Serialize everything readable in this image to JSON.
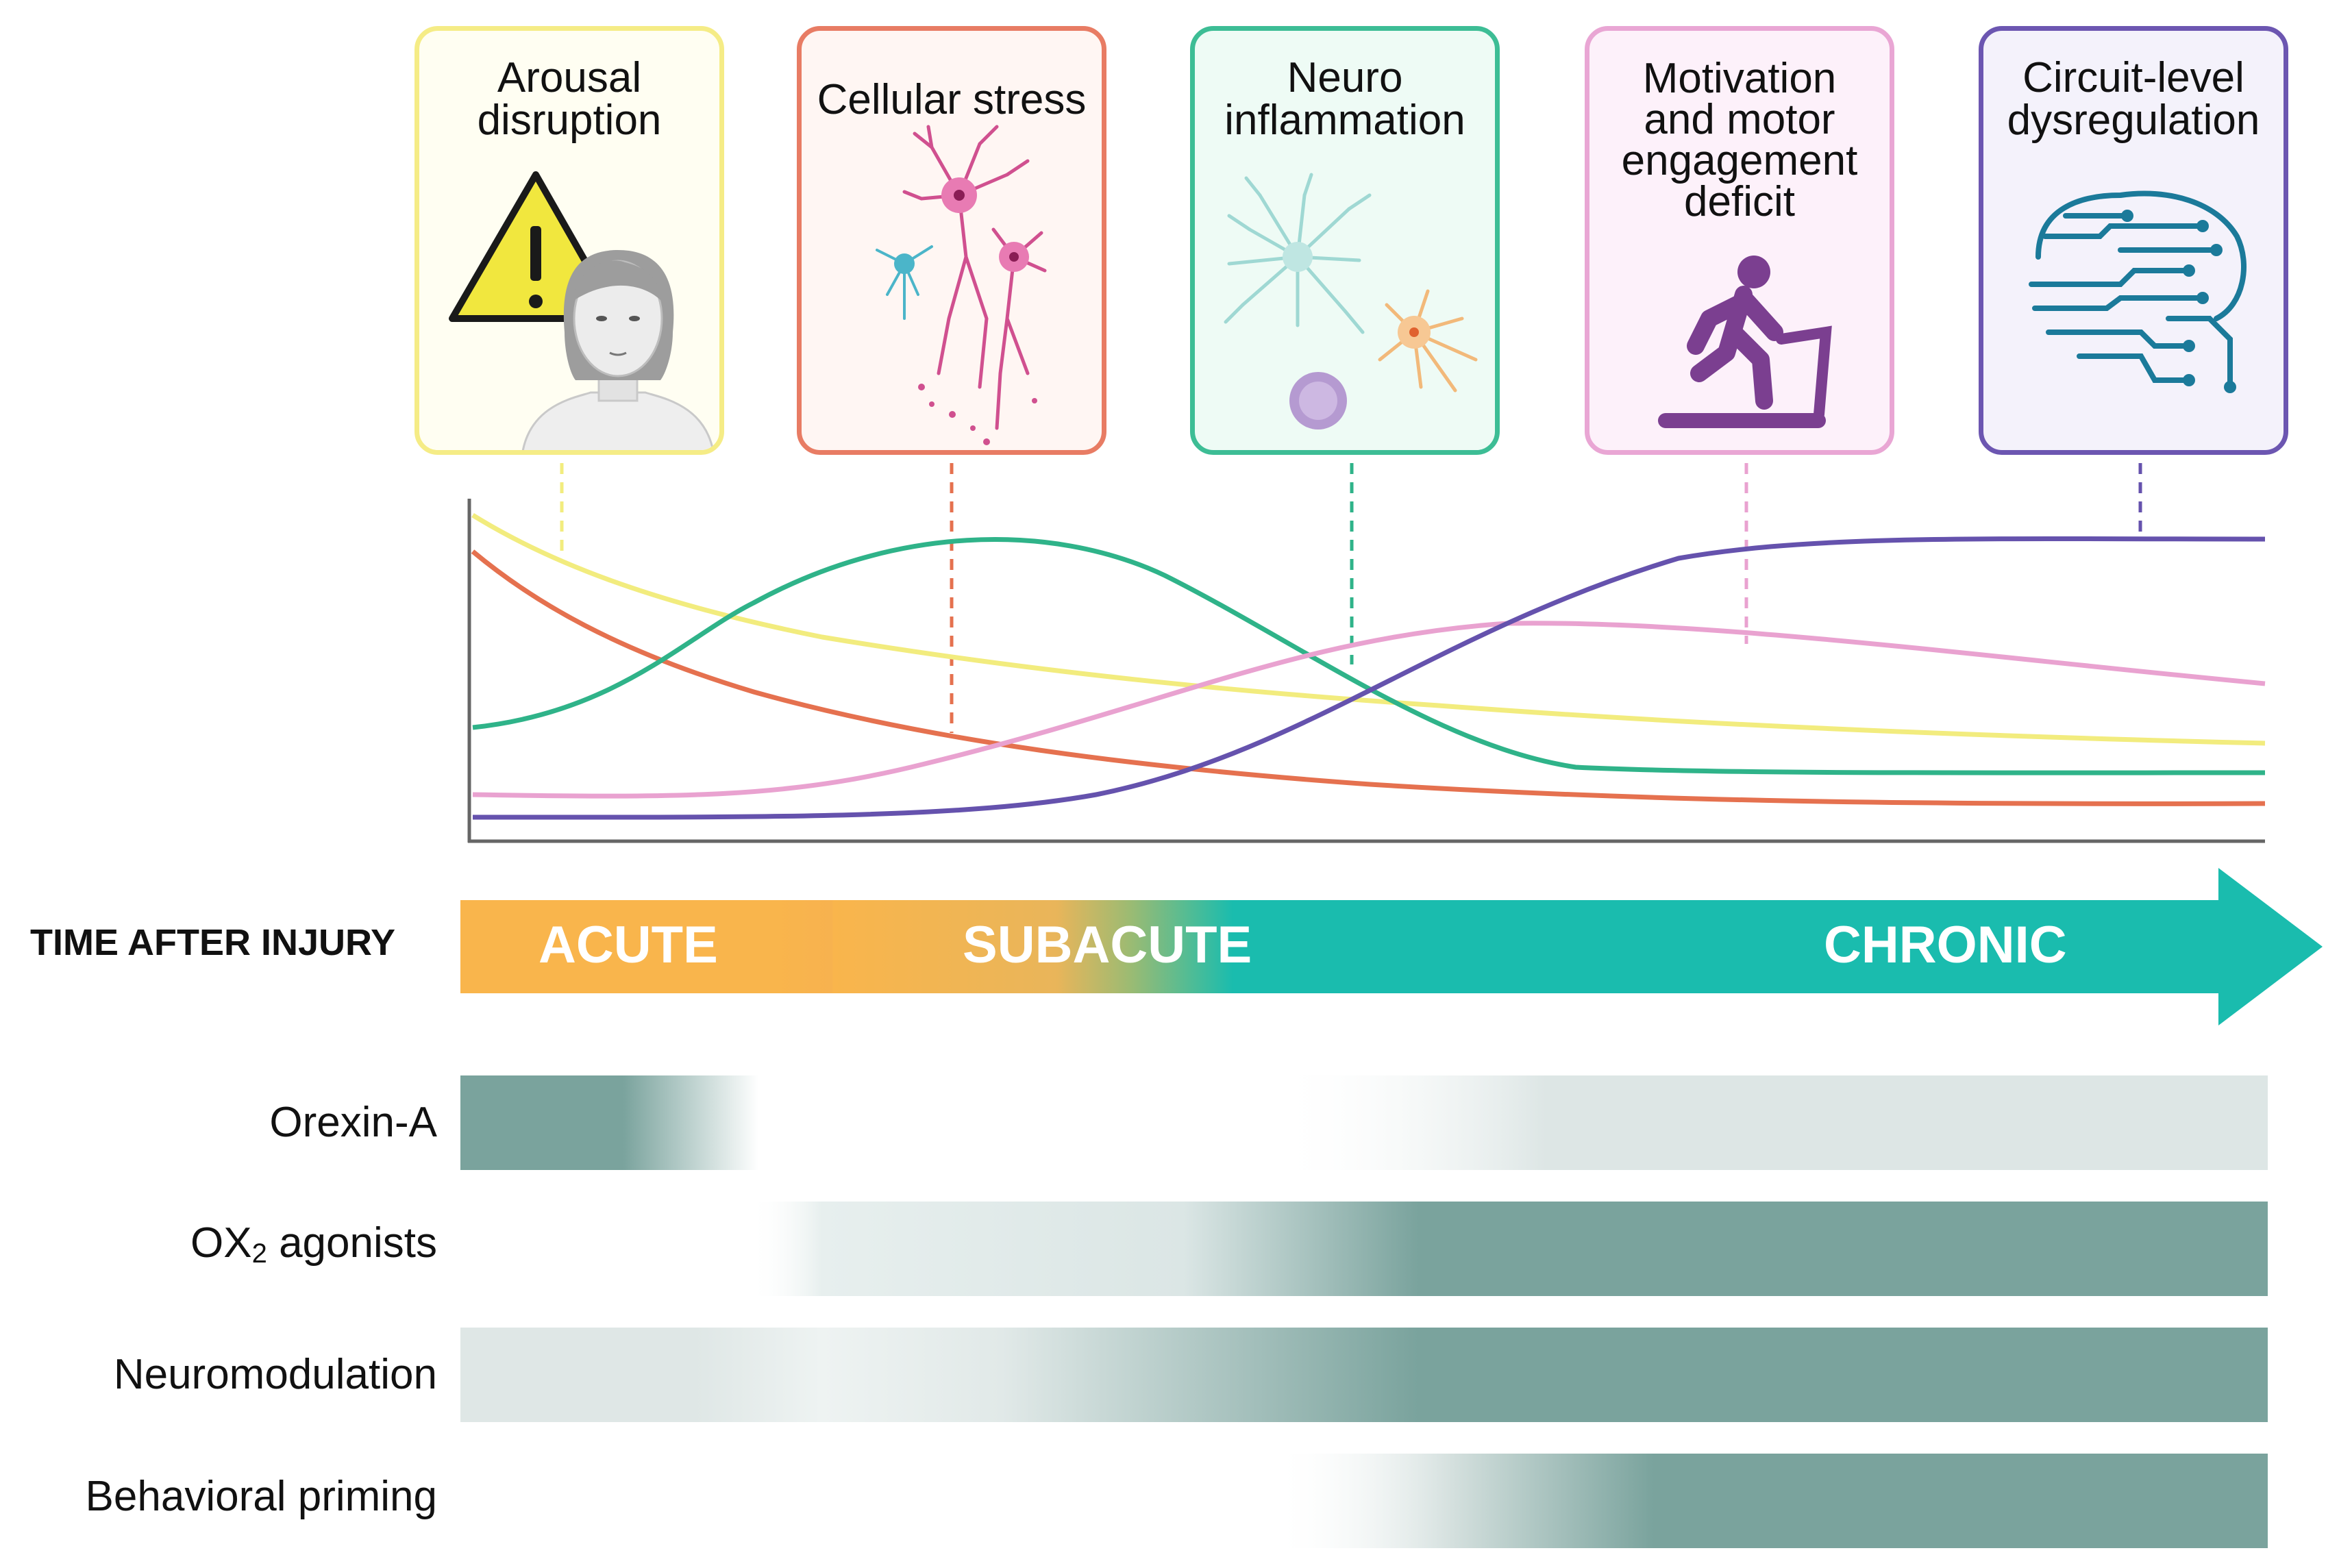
{
  "stages": [
    {
      "title": "Arousal\ndisruption",
      "color": "#f4e97a",
      "icon": "warning-person-icon"
    },
    {
      "title": "Cellular stress",
      "color": "#e77b62",
      "icon": "neurons-icon"
    },
    {
      "title": "Neuro\ninflammation",
      "color": "#3ebf92",
      "icon": "glia-icon"
    },
    {
      "title": "Motivation\nand motor\nengagement\ndeficit",
      "color": "#e9a4d2",
      "icon": "treadmill-runner-icon"
    },
    {
      "title": "Circuit-level\ndysregulation",
      "color": "#6b55b0",
      "icon": "circuit-brain-icon"
    }
  ],
  "timeline": {
    "label": "TIME AFTER INJURY",
    "phases": [
      "ACUTE",
      "SUBACUTE",
      "CHRONIC"
    ],
    "colors": {
      "acute": "#f9b54c",
      "chronic": "#1abcae"
    }
  },
  "curves": [
    {
      "stage": "Arousal disruption",
      "color": "#f2ec7e"
    },
    {
      "stage": "Cellular stress",
      "color": "#e5714f"
    },
    {
      "stage": "Neuro inflammation",
      "color": "#2fb389"
    },
    {
      "stage": "Motivation and motor engagement deficit",
      "color": "#e9a2d0"
    },
    {
      "stage": "Circuit-level dysregulation",
      "color": "#6552ad"
    }
  ],
  "therapies": [
    {
      "label": "Orexin-A"
    },
    {
      "label_main": "OX",
      "label_sub": "2",
      "label_rest": " agonists"
    },
    {
      "label": "Neuromodulation"
    },
    {
      "label": "Behavioral priming"
    }
  ],
  "bar_color": "#7aa39d"
}
